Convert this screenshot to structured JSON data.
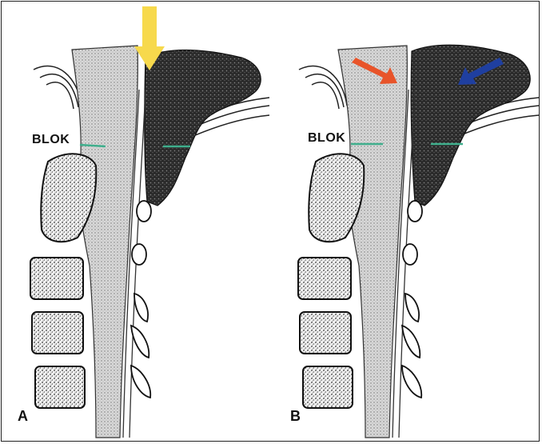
{
  "figure": {
    "panels": [
      {
        "letter": "A",
        "block_label": "BLOK",
        "arrow_colors": [
          "#f7d94c"
        ]
      },
      {
        "letter": "B",
        "block_label": "BLOK",
        "arrow_colors": [
          "#e8542a",
          "#1f3fa0"
        ]
      }
    ],
    "colors": {
      "cord": "#c9c9c9",
      "brain": "#2e2e2e",
      "bone_outline": "#1a1a1a",
      "block_marker": "#3fae8c"
    }
  }
}
